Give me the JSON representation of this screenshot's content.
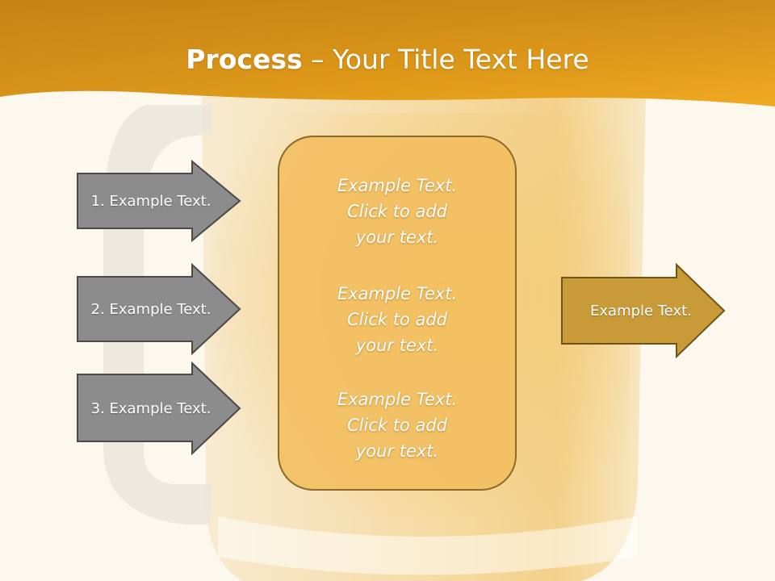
{
  "title": {
    "bold": "Process",
    "rest": " – Your Title Text Here"
  },
  "left_arrows": [
    {
      "label": "1. Example Text."
    },
    {
      "label": "2. Example Text."
    },
    {
      "label": "3. Example Text."
    }
  ],
  "center_blocks": [
    {
      "line1": "Example Text.",
      "line2": "Click  to add",
      "line3": "your text."
    },
    {
      "line1": "Example Text.",
      "line2": "Click  to add",
      "line3": "your text."
    },
    {
      "line1": "Example Text.",
      "line2": "Click  to add",
      "line3": "your text."
    }
  ],
  "right_arrow": {
    "label": "Example Text."
  },
  "colors": {
    "header": "#e8a21c",
    "left_arrow_fill": "#8c8c8c",
    "center_fill": "#f2be5f",
    "right_arrow_fill": "#c89a38"
  }
}
